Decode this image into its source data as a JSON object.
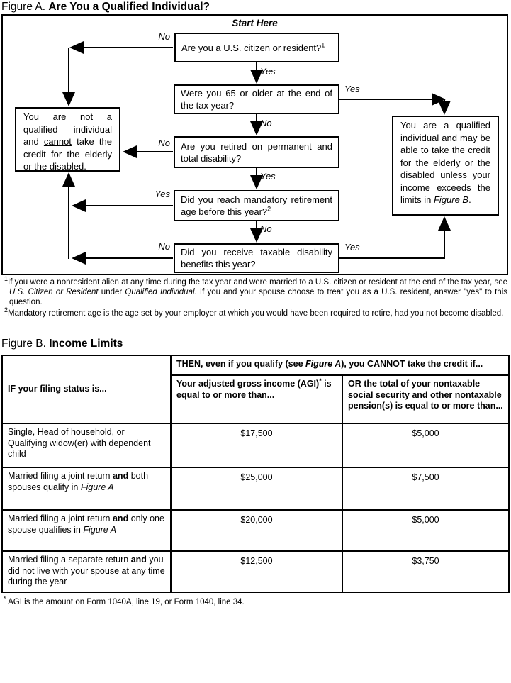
{
  "figure_a": {
    "label": "Figure A.",
    "title": "Are You a Qualified Individual?",
    "start_here": "Start Here",
    "labels": {
      "yes": "Yes",
      "no": "No"
    },
    "nodes": {
      "citizen": "Are you a U.S. citizen or resident?",
      "citizen_sup": "1",
      "age65": "Were you 65 or older at the end of the tax year?",
      "retired": "Are you retired on permanent and total disability?",
      "mandatory": "Did you reach mandatory retirement age before this year?",
      "mandatory_sup": "2",
      "benefits": "Did you receive taxable disability benefits this year?",
      "not_qualified_pre": "You are not a qualified individual and ",
      "not_qualified_underlined": "cannot",
      "not_qualified_post": " take the credit for the elderly or the disabled.",
      "qualified_pre": "You are a qualified individual and may be able to take the credit for the elderly or the disabled unless your income exceeds the limits in ",
      "qualified_italic": "Figure B",
      "qualified_post": "."
    },
    "footnotes": {
      "fn1_sup": "1",
      "fn1_pre": "If you were a nonresident alien at any time during the tax year and were married to a U.S. citizen or resident at the end of the tax year, see ",
      "fn1_italic1": "U.S. Citizen or Resident",
      "fn1_mid": " under ",
      "fn1_italic2": "Qualified Individual",
      "fn1_post": ". If you and your spouse choose to treat you as a U.S. resident, answer \"yes\" to this question.",
      "fn2_sup": "2",
      "fn2_text": "Mandatory retirement age is the age set by your employer at which you would have been required to retire, had you not become disabled."
    }
  },
  "figure_b": {
    "label": "Figure B.",
    "title": "Income Limits",
    "table": {
      "status_header": "IF your filing status is...",
      "then_header_pre": "THEN, even if you qualify (see ",
      "then_header_italic": "Figure A",
      "then_header_post": "), you CANNOT take the credit if...",
      "agi_header_pre": "Your adjusted gross income (AGI)",
      "agi_header_sup": "*",
      "agi_header_post": " is equal to or more than...",
      "pension_header": "OR the total of your nontaxable social security and other nontaxable pension(s) is equal to or more than...",
      "rows": [
        {
          "status_pre": "Single, Head of household, or Qualifying widow(er) with dependent child",
          "status_bold": "",
          "status_mid": "",
          "status_italic": "",
          "agi": "$17,500",
          "pension": "$5,000"
        },
        {
          "status_pre": "Married filing a joint return ",
          "status_bold": "and",
          "status_mid": " both spouses qualify in ",
          "status_italic": "Figure A",
          "agi": "$25,000",
          "pension": "$7,500"
        },
        {
          "status_pre": "Married filing a joint return ",
          "status_bold": "and",
          "status_mid": " only one spouse qualifies in ",
          "status_italic": "Figure A",
          "agi": "$20,000",
          "pension": "$5,000"
        },
        {
          "status_pre": "Married filing a separate return ",
          "status_bold": "and",
          "status_mid": " you did not live with your spouse at any time during the year",
          "status_italic": "",
          "agi": "$12,500",
          "pension": "$3,750"
        }
      ],
      "footnote_sup": "*",
      "footnote_text": " AGI is the amount on Form 1040A, line 19, or Form 1040, line 34."
    }
  }
}
